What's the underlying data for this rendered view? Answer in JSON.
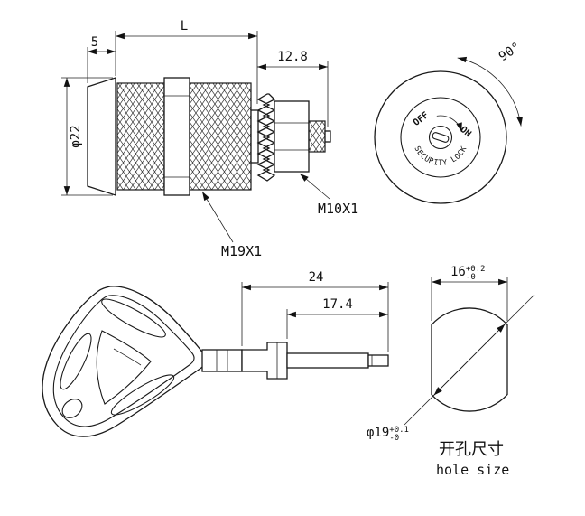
{
  "drawing": {
    "background": "#ffffff",
    "line_color": "#1a1a1a"
  },
  "side_view": {
    "dim_head_thickness": "5",
    "dim_thread_length": "L",
    "dim_stud_length": "12.8",
    "dim_head_diameter": "φ22",
    "label_body_thread": "M19X1",
    "label_stud_thread": "M10X1"
  },
  "front_view": {
    "dim_rotation_angle": "90°",
    "label_off": "OFF",
    "label_on": "ON",
    "label_ring": "SECURITY LOCK"
  },
  "key_view": {
    "dim_shaft_total": "24",
    "dim_shaft_partial": "17.4"
  },
  "hole_view": {
    "dim_width": "16",
    "dim_width_tol_upper": "+0.2",
    "dim_width_tol_lower": "-0",
    "dim_diameter": "φ19",
    "dim_diameter_tol_upper": "+0.1",
    "dim_diameter_tol_lower": "-0",
    "caption_zh": "开孔尺寸",
    "caption_en": "hole size"
  }
}
